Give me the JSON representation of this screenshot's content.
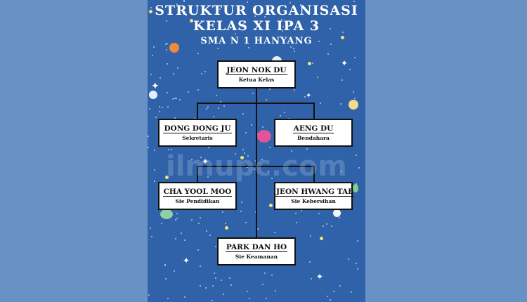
{
  "header": {
    "title": "STRUKTUR ORGANISASI",
    "subtitle": "KELAS XI IPA 3",
    "school": "SMA N 1 HANYANG"
  },
  "org": {
    "ketua": {
      "name": "JEON NOK DU",
      "role": "Ketua Kelas"
    },
    "sekretaris": {
      "name": "DONG DONG JU",
      "role": "Sekretaris"
    },
    "bendahara": {
      "name": "AENG DU",
      "role": "Bendahara"
    },
    "pendidikan": {
      "name": "CHA YOOL MOO",
      "role": "Sie Pendidikan"
    },
    "kebersihan": {
      "name": "JEON HWANG TAE",
      "role": "Sie Kebersihan"
    },
    "keamanan": {
      "name": "PARK DAN HO",
      "role": "Sie Keamanan"
    }
  },
  "watermark": "ilmupc.com",
  "colors": {
    "page_bg": "#6892c3",
    "poster_bg": "#2f62a8",
    "box_bg": "#ffffff",
    "line": "#111111"
  }
}
